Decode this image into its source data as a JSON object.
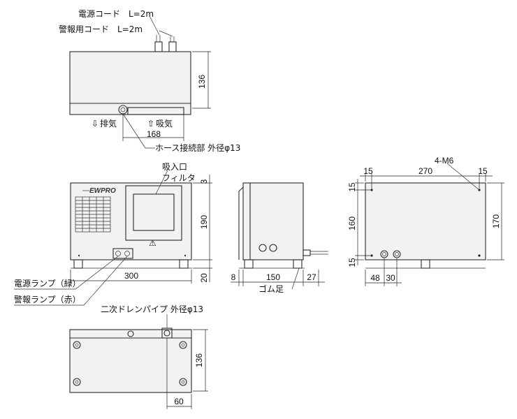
{
  "labels": {
    "power_cord": "電源コード　L=2m",
    "alarm_cord": "警報用コード　L=2m",
    "exhaust": "排気",
    "intake": "吸気",
    "hose_connection": "ホース接続部 外径φ13",
    "intake_filter_line1": "吸入口",
    "intake_filter_line2": "フィルタ",
    "power_lamp": "電源ランプ（緑）",
    "alarm_lamp": "警報ランプ（赤）",
    "drain_pipe": "二次ドレンパイプ 外径φ13",
    "rubber_foot": "ゴム足",
    "mount_holes": "4-M6",
    "logo": "EWPRO"
  },
  "dimensions": {
    "top_height": "136",
    "top_intake_offset": "168",
    "front_width": "300",
    "front_height": "190",
    "front_top": "3",
    "front_bottom": "20",
    "side_left": "8",
    "side_depth": "150",
    "side_right": "27",
    "rear_margin_left": "15",
    "rear_hole_pitch_x": "270",
    "rear_margin_right": "15",
    "rear_margin_top": "15",
    "rear_hole_pitch_y": "160",
    "rear_height": "170",
    "rear_margin_bottom": "15",
    "rear_port_x1": "48",
    "rear_port_x2": "30",
    "bottom_height": "136",
    "bottom_drain_x": "60"
  },
  "icons": {
    "exhaust_arrow": "down-arrow-icon",
    "intake_arrow": "up-arrow-icon",
    "warning_symbol": "warning-triangle-icon"
  }
}
